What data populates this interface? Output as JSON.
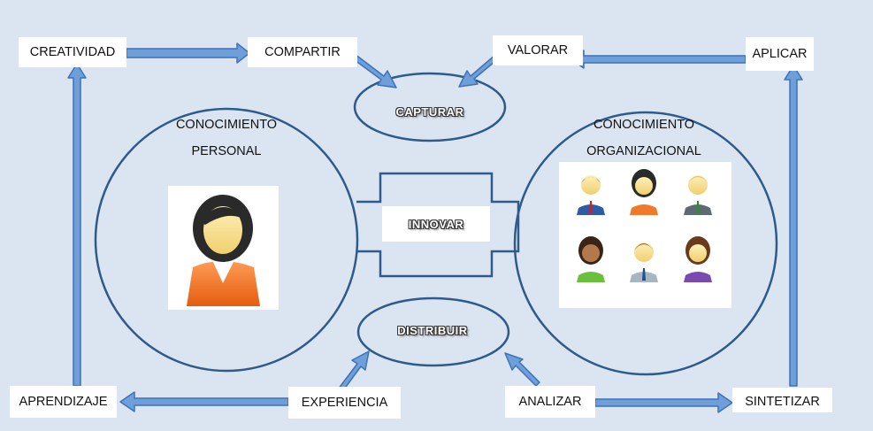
{
  "nodes": {
    "creatividad": "CREATIVIDAD",
    "compartir": "COMPARTIR",
    "valorar": "VALORAR",
    "aplicar": "APLICAR",
    "aprendizaje": "APRENDIZAJE",
    "experiencia": "EXPERIENCIA",
    "analizar": "ANALIZAR",
    "sintetizar": "SINTETIZAR"
  },
  "center": {
    "capturar": "CAPTURAR",
    "innovar": "INNOVAR",
    "distribuir": "DISTRIBUIR"
  },
  "circles": {
    "personal": {
      "line1": "CONOCIMIENTO",
      "line2": "PERSONAL"
    },
    "organizacional": {
      "line1": "CONOCIMIENTO",
      "line2": "ORGANIZACIONAL"
    }
  },
  "colors": {
    "background": "#dbe5f1",
    "outline": "#2e5a8c",
    "arrow_fill": "#6f9fd8",
    "arrow_stroke": "#3f72b8"
  },
  "icons": {
    "personal": "woman-avatar-icon",
    "organizacional": "group-avatars-icon"
  }
}
